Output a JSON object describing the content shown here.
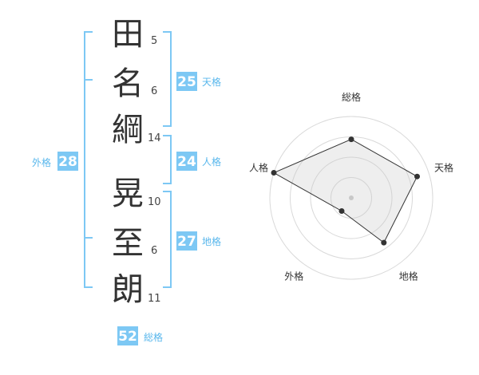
{
  "name": {
    "characters": [
      {
        "char": "田",
        "strokes": "5"
      },
      {
        "char": "名",
        "strokes": "6"
      },
      {
        "char": "綱",
        "strokes": "14"
      },
      {
        "char": "晃",
        "strokes": "10"
      },
      {
        "char": "至",
        "strokes": "6"
      },
      {
        "char": "朗",
        "strokes": "11"
      }
    ]
  },
  "fortune": {
    "tenkaku": {
      "value": "25",
      "label": "天格"
    },
    "jinkaku": {
      "value": "24",
      "label": "人格"
    },
    "chikaku": {
      "value": "27",
      "label": "地格"
    },
    "gaikaku": {
      "value": "28",
      "label": "外格"
    },
    "soukaku": {
      "value": "52",
      "label": "総格"
    }
  },
  "chart_data": {
    "type": "radar",
    "axes": [
      "総格",
      "天格",
      "地格",
      "外格",
      "人格"
    ],
    "values": [
      0.72,
      0.85,
      0.68,
      0.2,
      1.0
    ],
    "max": 1.0,
    "rings": 4,
    "grid": true
  },
  "colors": {
    "accent": "#7dc8f4",
    "accent_text": "#59b7ec",
    "text": "#333333",
    "ring": "#d9d9d9"
  }
}
